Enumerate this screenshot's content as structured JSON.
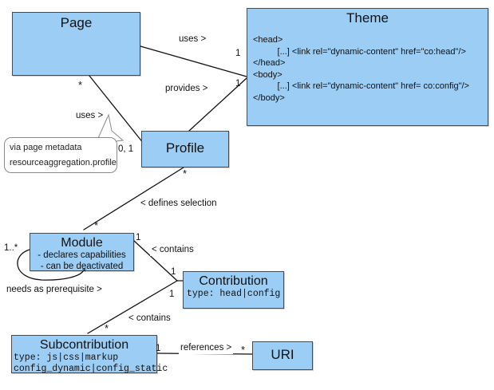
{
  "diagram": {
    "title": "Page / Theme / Profile / Module class diagram",
    "accent_fill": "#9BCDF5",
    "node_border": "#4a4a4a",
    "background": "#ffffff"
  },
  "nodes": {
    "page": {
      "name": "Page"
    },
    "theme": {
      "name": "Theme",
      "code": "<head>\n          [...] <link rel=\"dynamic-content\" href=\"co:head\"/>\n</head>\n<body>\n          [...] <link rel=\"dynamic-content\" href= co:config\"/>\n</body>"
    },
    "profile": {
      "name": "Profile"
    },
    "module": {
      "name": "Module",
      "attr1": "- declares capabilities",
      "attr2": "- can be deactivated"
    },
    "contribution": {
      "name": "Contribution",
      "attrs": "type: head|config"
    },
    "subcontribution": {
      "name": "Subcontribution",
      "attrs": "type: js|css|markup\nconfig_dynamic|config_static"
    },
    "uri": {
      "name": "URI"
    }
  },
  "callout": {
    "line1": "via page metadata",
    "line2": "resourceaggregation.profile"
  },
  "edges": {
    "page_uses_theme": {
      "label": "uses >",
      "source_mult": "",
      "target_mult": "1"
    },
    "profile_provides_theme": {
      "label": "provides >",
      "source_mult": "",
      "target_mult": "1"
    },
    "page_uses_profile": {
      "label": "uses >",
      "source_mult": "*",
      "target_mult": "0, 1"
    },
    "profile_defines_module": {
      "label": "< defines selection",
      "source_mult": "*",
      "target_mult": "*"
    },
    "module_contains_contribution": {
      "label": "< contains",
      "source_mult": "1",
      "target_mult": "1"
    },
    "module_contains_subcontribution": {
      "label": "< contains",
      "source_mult": "1",
      "target_mult": "*"
    },
    "module_prerequisite_self": {
      "label": "needs as prerequisite >",
      "source_mult": "1..*",
      "target_mult": "*"
    },
    "subcontribution_references_uri": {
      "label": "references >",
      "source_mult": "1",
      "target_mult": "*"
    }
  }
}
